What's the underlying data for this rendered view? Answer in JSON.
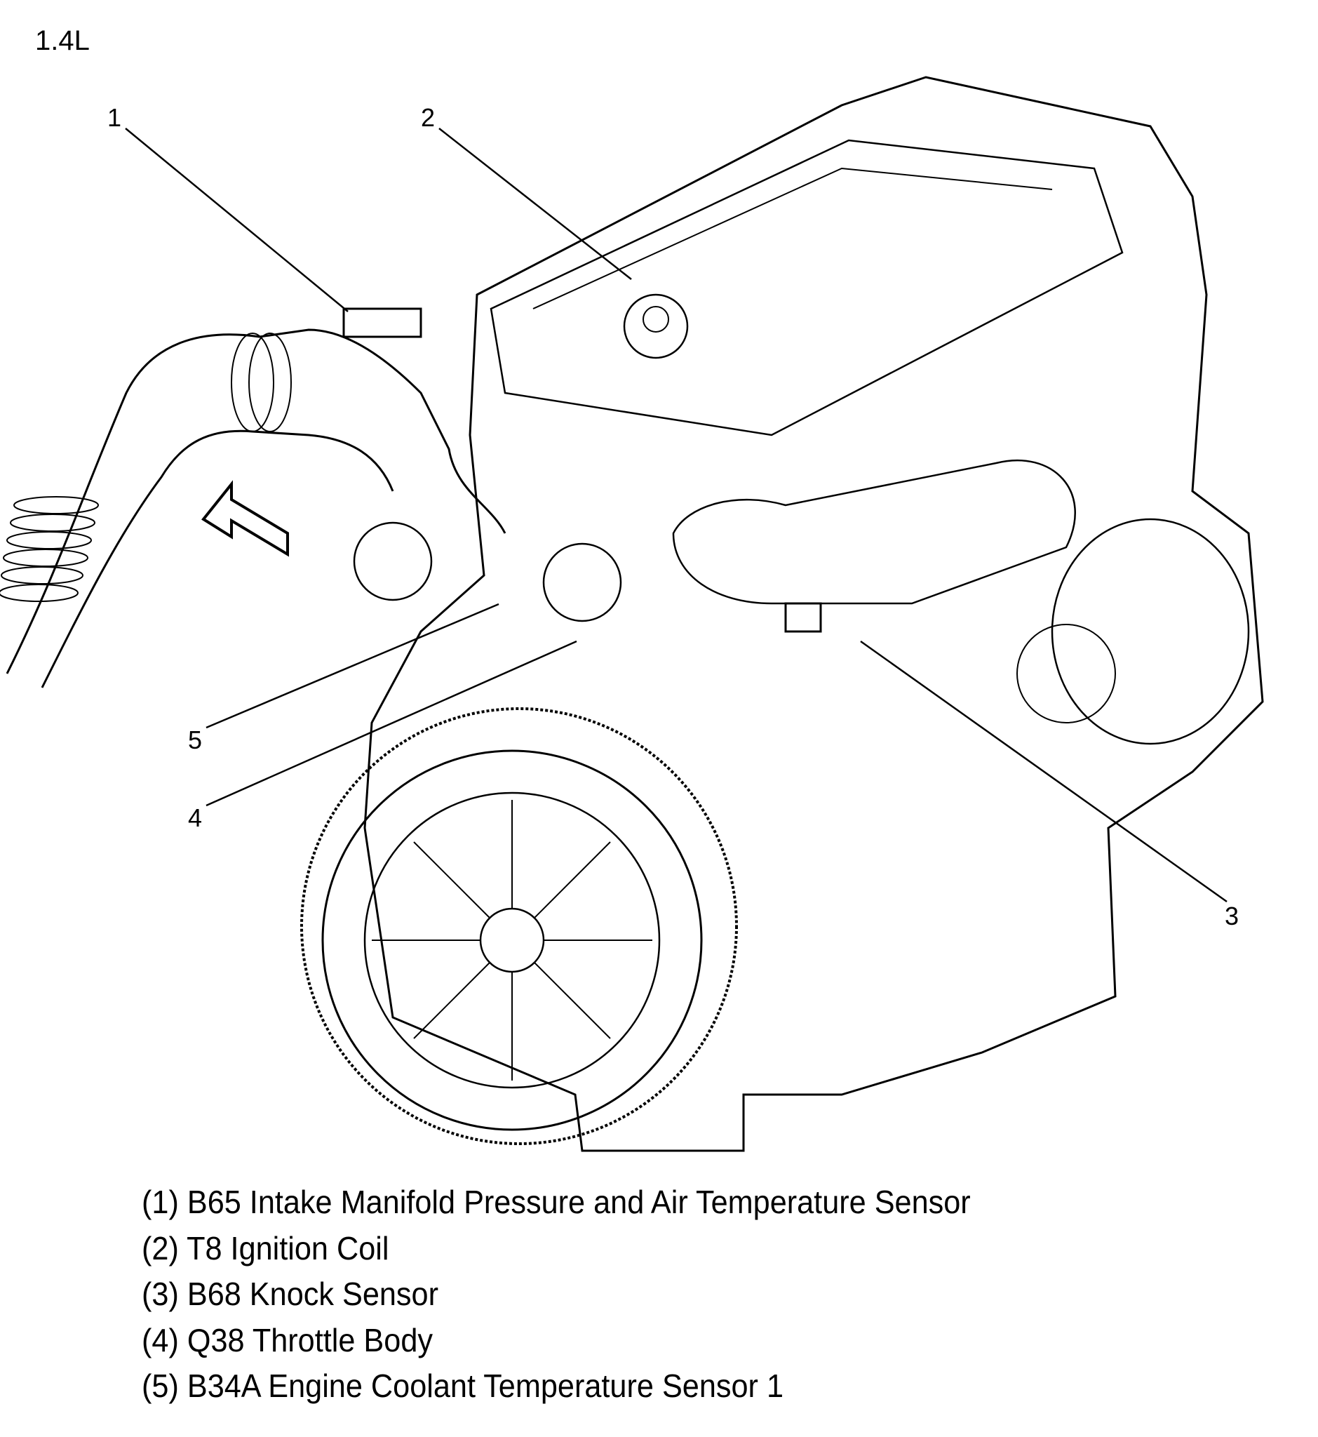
{
  "variant_label": "1.4L",
  "callouts": [
    "1",
    "2",
    "3",
    "4",
    "5"
  ],
  "legend": [
    "(1) B65 Intake Manifold Pressure and Air Temperature Sensor",
    "(2) T8 Ignition Coil",
    "(3) B68 Knock Sensor",
    "(4) Q38 Throttle Body",
    "(5) B34A Engine Coolant Temperature Sensor 1"
  ]
}
